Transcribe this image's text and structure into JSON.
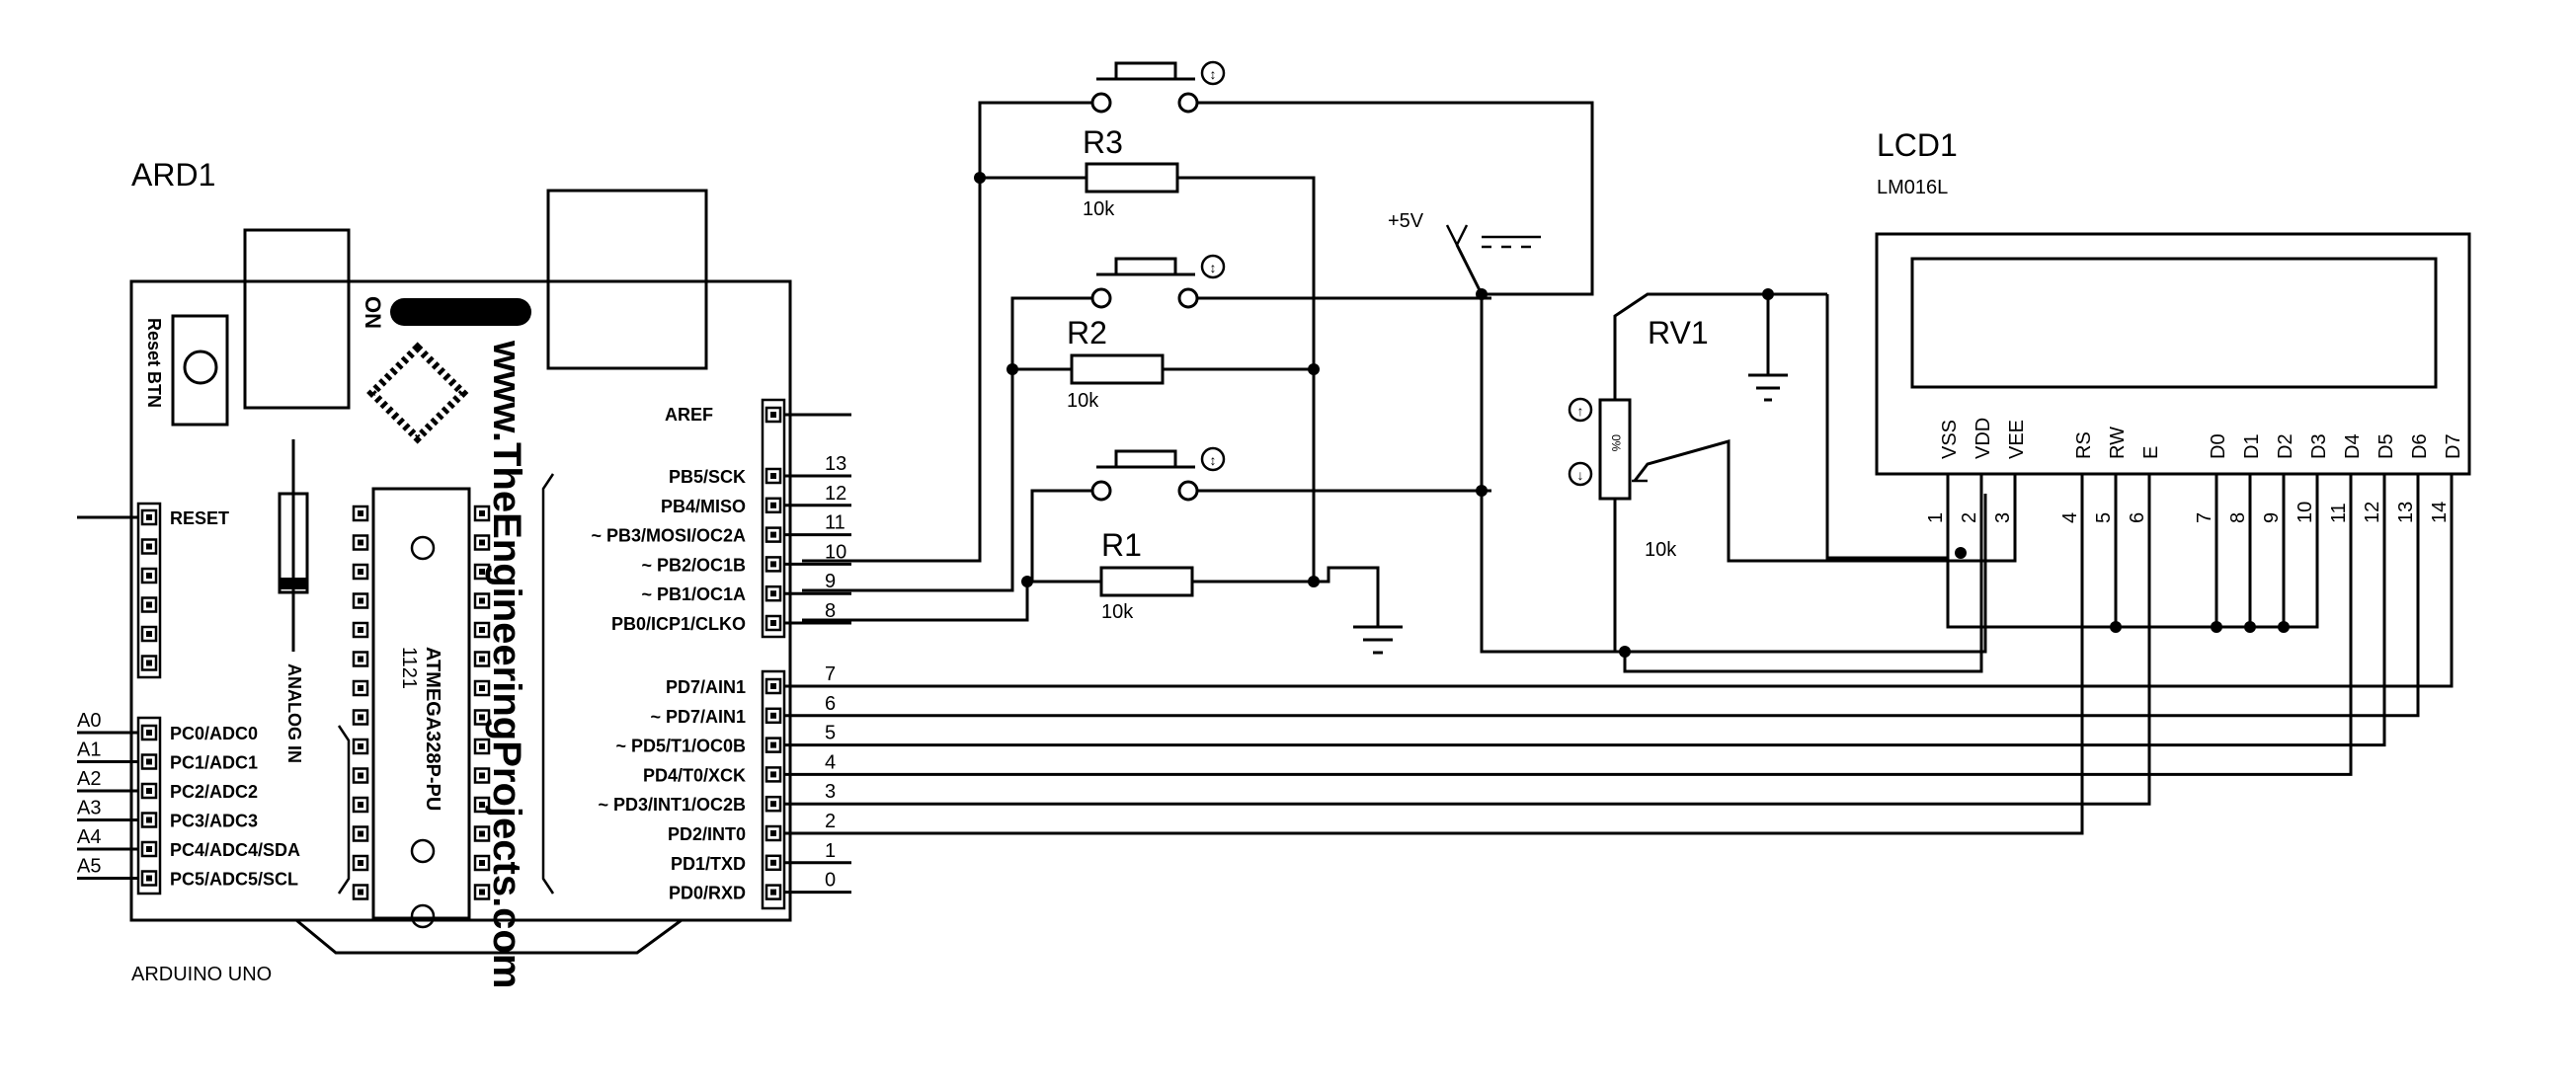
{
  "arduino": {
    "ref": "ARD1",
    "model": "ARDUINO UNO",
    "reset_btn": "Reset BTN",
    "on_label": "ON",
    "website": "www.TheEngineeringProjects.com",
    "chip_top": "1121",
    "chip_name": "ATMEGA328P-PU",
    "analog_in": "ANALOG IN",
    "reset": "RESET",
    "analog_pins": [
      "PC0/ADC0",
      "PC1/ADC1",
      "PC2/ADC2",
      "PC3/ADC3",
      "PC4/ADC4/SDA",
      "PC5/ADC5/SCL"
    ],
    "analog_nets": [
      "A0",
      "A1",
      "A2",
      "A3",
      "A4",
      "A5"
    ],
    "aref": "AREF",
    "digital_high": [
      {
        "label": "PB5/SCK",
        "num": "13"
      },
      {
        "label": "PB4/MISO",
        "num": "12"
      },
      {
        "label": "~ PB3/MOSI/OC2A",
        "num": "11"
      },
      {
        "label": "~ PB2/OC1B",
        "num": "10"
      },
      {
        "label": "~ PB1/OC1A",
        "num": "9"
      },
      {
        "label": "PB0/ICP1/CLKO",
        "num": "8"
      }
    ],
    "digital_low": [
      {
        "label": "PD7/AIN1",
        "num": "7"
      },
      {
        "label": "~ PD7/AIN1",
        "num": "6"
      },
      {
        "label": "~ PD5/T1/OC0B",
        "num": "5"
      },
      {
        "label": "PD4/T0/XCK",
        "num": "4"
      },
      {
        "label": "~ PD3/INT1/OC2B",
        "num": "3"
      },
      {
        "label": "PD2/INT0",
        "num": "2"
      },
      {
        "label": "PD1/TXD",
        "num": "1"
      },
      {
        "label": "PD0/RXD",
        "num": "0"
      }
    ]
  },
  "resistors": [
    {
      "ref": "R3",
      "value": "10k"
    },
    {
      "ref": "R2",
      "value": "10k"
    },
    {
      "ref": "R1",
      "value": "10k"
    }
  ],
  "power": {
    "label": "+5V"
  },
  "pot": {
    "ref": "RV1",
    "value": "10k",
    "percent": "0%"
  },
  "lcd": {
    "ref": "LCD1",
    "model": "LM016L",
    "pins": [
      {
        "name": "VSS",
        "num": "1"
      },
      {
        "name": "VDD",
        "num": "2"
      },
      {
        "name": "VEE",
        "num": "3"
      },
      {
        "name": "RS",
        "num": "4"
      },
      {
        "name": "RW",
        "num": "5"
      },
      {
        "name": "E",
        "num": "6"
      },
      {
        "name": "D0",
        "num": "7"
      },
      {
        "name": "D1",
        "num": "8"
      },
      {
        "name": "D2",
        "num": "9"
      },
      {
        "name": "D3",
        "num": "10"
      },
      {
        "name": "D4",
        "num": "11"
      },
      {
        "name": "D5",
        "num": "12"
      },
      {
        "name": "D6",
        "num": "13"
      },
      {
        "name": "D7",
        "num": "14"
      }
    ]
  }
}
